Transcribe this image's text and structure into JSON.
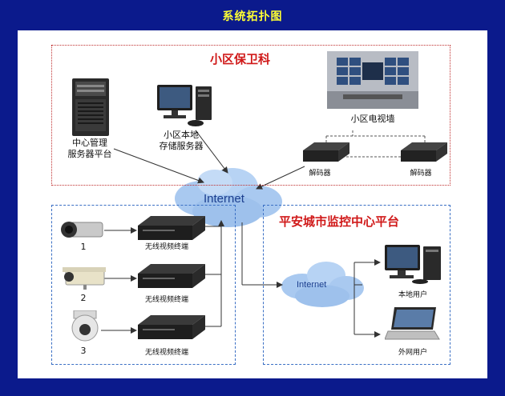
{
  "page_title": "系统拓扑图",
  "community_security": {
    "title": "小区保卫科",
    "center_server": [
      "中心管理",
      "服务器平台"
    ],
    "storage_server": [
      "小区本地",
      "存储服务器"
    ],
    "video_wall": "小区电视墙",
    "decoder_1": "解码器",
    "decoder_2": "解码器"
  },
  "internet_main": "Internet",
  "cameras": [
    {
      "number": "1",
      "terminal": "无线视频终端"
    },
    {
      "number": "2",
      "terminal": "无线视频终端"
    },
    {
      "number": "3",
      "terminal": "无线视频终端"
    }
  ],
  "monitor_center": {
    "title": "平安城市监控中心平台",
    "internet_label": "Internet",
    "local_user": "本地用户",
    "external_user": "外网用户"
  }
}
